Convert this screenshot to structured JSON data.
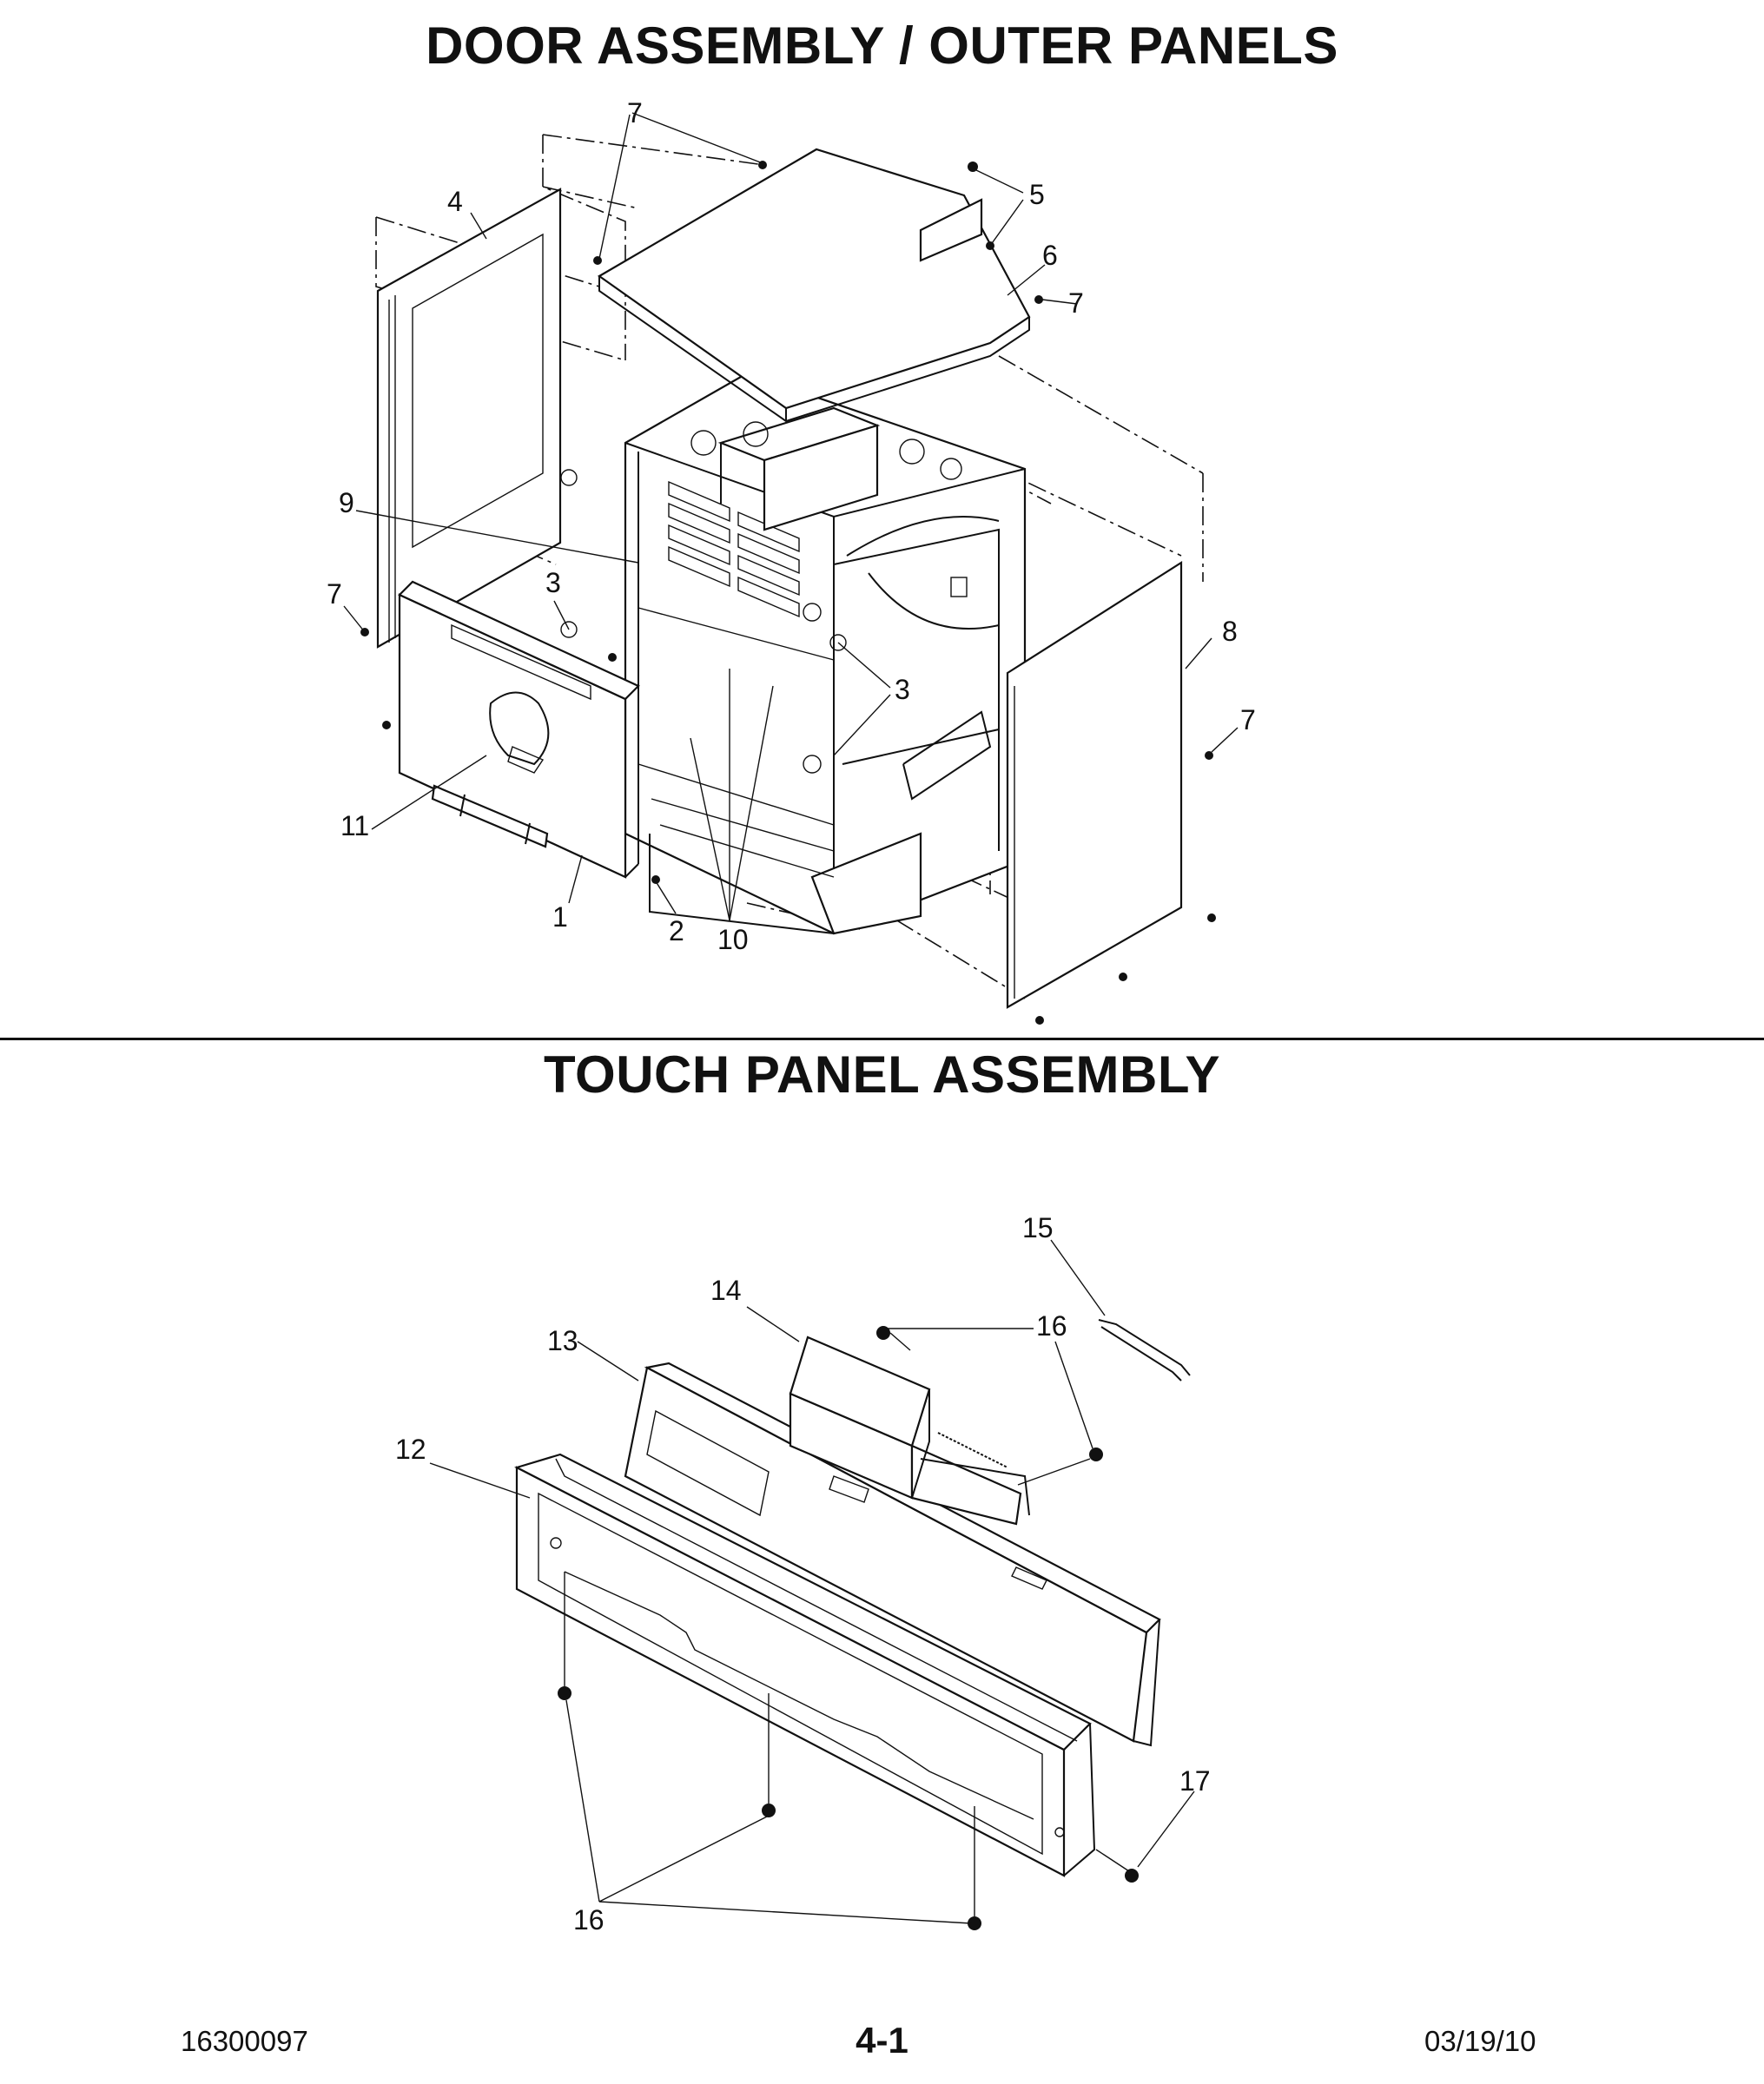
{
  "titles": {
    "top": "DOOR ASSEMBLY / OUTER PANELS",
    "bottom": "TOUCH PANEL ASSEMBLY"
  },
  "callouts": {
    "c1": "1",
    "c2": "2",
    "c3a": "3",
    "c3b": "3",
    "c4": "4",
    "c5": "5",
    "c6": "6",
    "c7a": "7",
    "c7b": "7",
    "c7c": "7",
    "c7d": "7",
    "c8": "8",
    "c9": "9",
    "c10": "10",
    "c11": "11",
    "c12": "12",
    "c13": "13",
    "c14": "14",
    "c15": "15",
    "c16a": "16",
    "c16b": "16",
    "c17": "17"
  },
  "footer": {
    "left": "16300097",
    "center": "4-1",
    "right": "03/19/10"
  }
}
